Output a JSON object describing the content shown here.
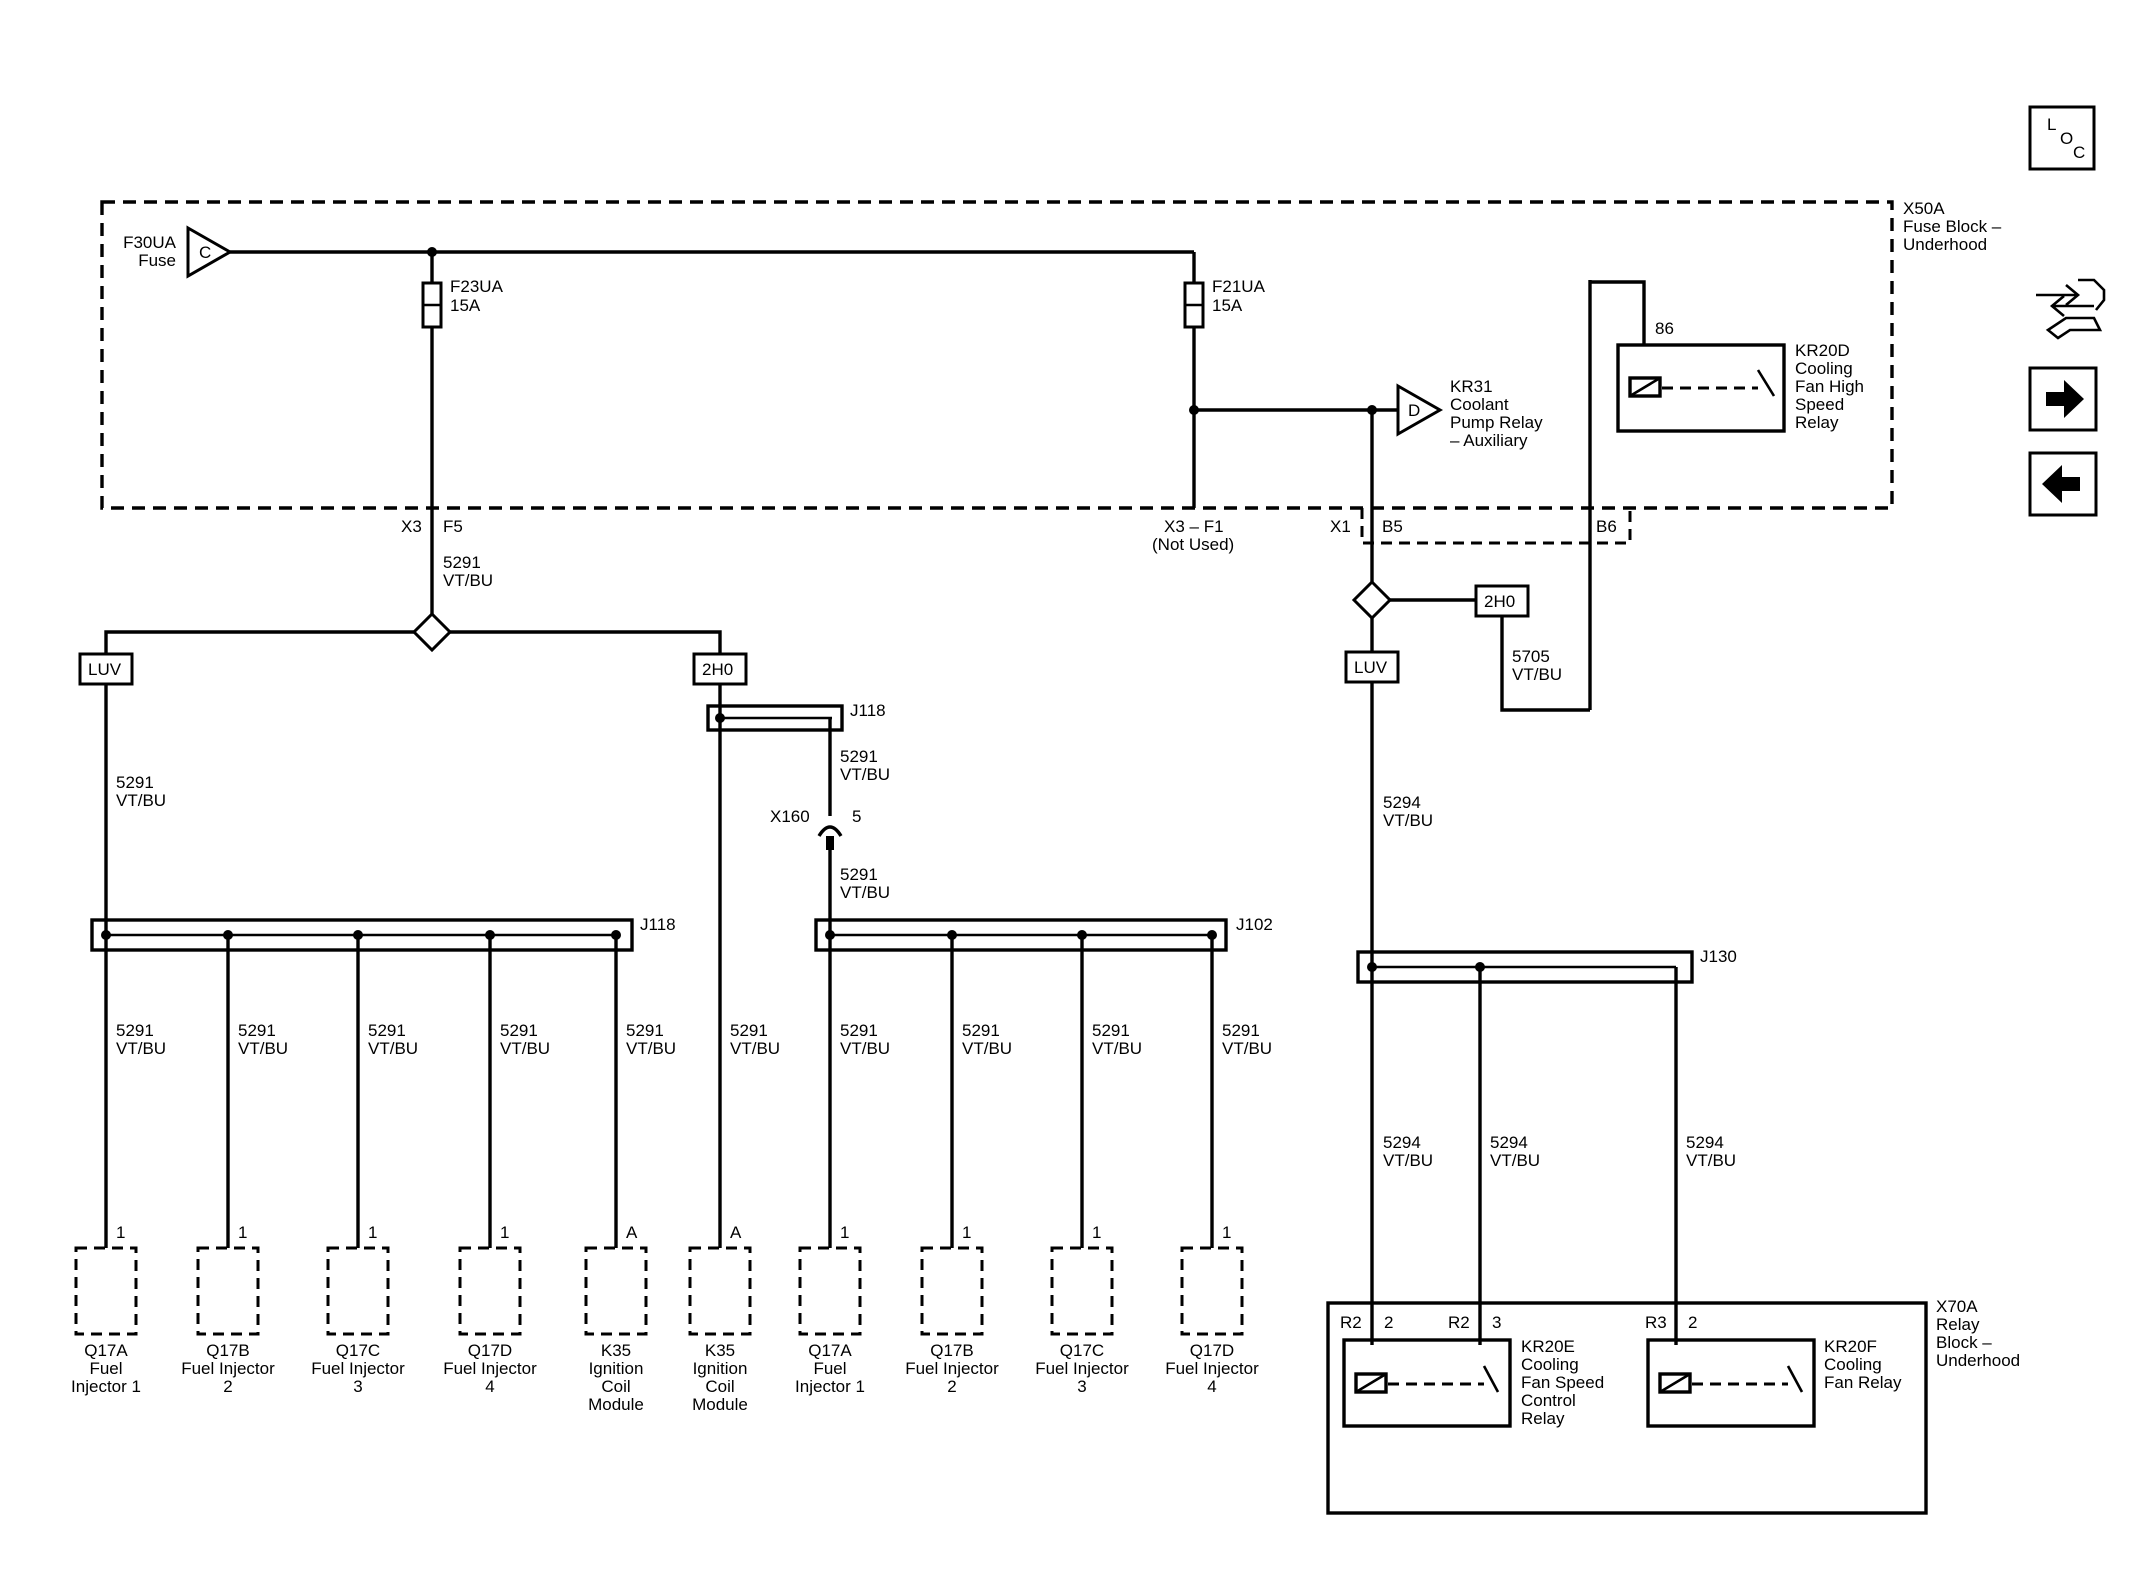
{
  "nav": {
    "loc_letters": [
      "L",
      "O",
      "C"
    ],
    "icons": [
      "location-icon",
      "connector-tool-icon",
      "next-page-icon",
      "previous-page-icon"
    ]
  },
  "fuse_block": {
    "id": "X50A",
    "name_line1": "Fuse Block –",
    "name_line2": "Underhood",
    "source_id": "F30UA",
    "source_name": "Fuse",
    "source_pin": "C",
    "fuse1_id": "F23UA",
    "fuse1_rating": "15A",
    "fuse2_id": "F21UA",
    "fuse2_rating": "15A",
    "kr31_pin": "D",
    "kr31_lines": [
      "KR31",
      "Coolant",
      "Pump Relay",
      "– Auxiliary"
    ],
    "kr20d_pin": "86",
    "kr20d_lines": [
      "KR20D",
      "Cooling",
      "Fan High",
      "Speed",
      "Relay"
    ],
    "x3": "X3",
    "f5": "F5",
    "x3f1": "X3 – F1",
    "not_used": "(Not Used)",
    "x1": "X1",
    "b5": "B5",
    "b6": "B6"
  },
  "wires": {
    "circuit_5291": "5291",
    "circuit_5294": "5294",
    "circuit_5705": "5705",
    "color": "VT/BU"
  },
  "tags": {
    "luv": "LUV",
    "l2h0": "2H0"
  },
  "splices": {
    "j118": "J118",
    "j102": "J102",
    "j130": "J130"
  },
  "connector_x160": {
    "id": "X160",
    "pin": "5"
  },
  "components": [
    {
      "pin": "1",
      "lines": [
        "Q17A",
        "Fuel",
        "Injector 1"
      ]
    },
    {
      "pin": "1",
      "lines": [
        "Q17B",
        "Fuel Injector",
        "2"
      ]
    },
    {
      "pin": "1",
      "lines": [
        "Q17C",
        "Fuel Injector",
        "3"
      ]
    },
    {
      "pin": "1",
      "lines": [
        "Q17D",
        "Fuel Injector",
        "4"
      ]
    },
    {
      "pin": "A",
      "lines": [
        "K35",
        "Ignition",
        "Coil",
        "Module"
      ]
    },
    {
      "pin": "A",
      "lines": [
        "K35",
        "Ignition",
        "Coil",
        "Module"
      ]
    },
    {
      "pin": "1",
      "lines": [
        "Q17A",
        "Fuel",
        "Injector 1"
      ]
    },
    {
      "pin": "1",
      "lines": [
        "Q17B",
        "Fuel Injector",
        "2"
      ]
    },
    {
      "pin": "1",
      "lines": [
        "Q17C",
        "Fuel Injector",
        "3"
      ]
    },
    {
      "pin": "1",
      "lines": [
        "Q17D",
        "Fuel Injector",
        "4"
      ]
    }
  ],
  "relay_block": {
    "id": "X70A",
    "name_line1": "Relay",
    "name_line2": "Block –",
    "name_line3": "Underhood",
    "kr20e_conn": "R2",
    "kr20e_pin_a": "2",
    "kr20e_conn_b": "R2",
    "kr20e_pin_b": "3",
    "kr20e_lines": [
      "KR20E",
      "Cooling",
      "Fan Speed",
      "Control",
      "Relay"
    ],
    "kr20f_conn": "R3",
    "kr20f_pin": "2",
    "kr20f_lines": [
      "KR20F",
      "Cooling",
      "Fan Relay"
    ]
  }
}
